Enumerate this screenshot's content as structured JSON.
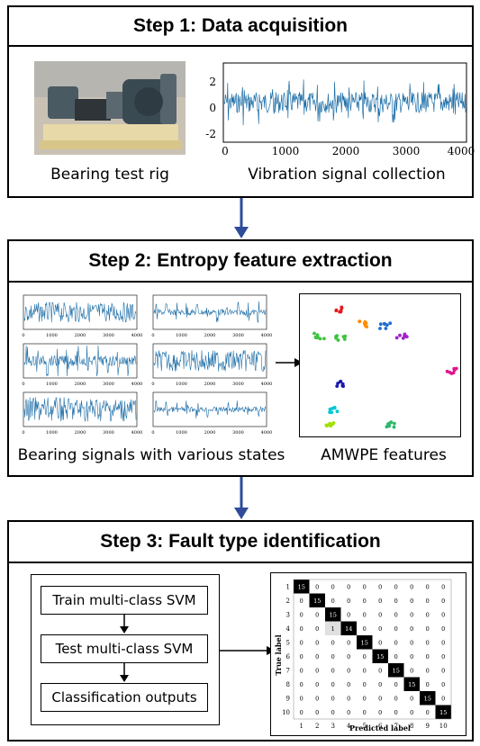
{
  "step1": {
    "title": "Step 1: Data acquisition",
    "caption_left": "Bearing test rig",
    "caption_right": "Vibration signal collection",
    "plot": {
      "yticks": [
        "2",
        "0",
        "-2"
      ],
      "xticks": [
        "0",
        "1000",
        "2000",
        "3000",
        "4000"
      ]
    }
  },
  "step2": {
    "title": "Step 2: Entropy feature extraction",
    "caption_left": "Bearing signals with various states",
    "caption_right": "AMWPE features",
    "small_xticks": [
      "0",
      "1000",
      "2000",
      "3000",
      "4000"
    ]
  },
  "step3": {
    "title": "Step 3: Fault type identification",
    "flow": [
      "Train multi-class SVM",
      "Test multi-class SVM",
      "Classification outputs"
    ],
    "confusion": {
      "xlabel": "Predicted label",
      "ylabel": "True label",
      "labels": [
        "1",
        "2",
        "3",
        "4",
        "5",
        "6",
        "7",
        "8",
        "9",
        "10"
      ],
      "matrix": [
        [
          15,
          0,
          0,
          0,
          0,
          0,
          0,
          0,
          0,
          0
        ],
        [
          0,
          15,
          0,
          0,
          0,
          0,
          0,
          0,
          0,
          0
        ],
        [
          0,
          0,
          15,
          0,
          0,
          0,
          0,
          0,
          0,
          0
        ],
        [
          0,
          0,
          1,
          14,
          0,
          0,
          0,
          0,
          0,
          0
        ],
        [
          0,
          0,
          0,
          0,
          15,
          0,
          0,
          0,
          0,
          0
        ],
        [
          0,
          0,
          0,
          0,
          0,
          15,
          0,
          0,
          0,
          0
        ],
        [
          0,
          0,
          0,
          0,
          0,
          0,
          15,
          0,
          0,
          0
        ],
        [
          0,
          0,
          0,
          0,
          0,
          0,
          0,
          15,
          0,
          0
        ],
        [
          0,
          0,
          0,
          0,
          0,
          0,
          0,
          0,
          15,
          0
        ],
        [
          0,
          0,
          0,
          0,
          0,
          0,
          0,
          0,
          0,
          15
        ]
      ]
    }
  },
  "colors": {
    "signal": "#1f6fa8",
    "arrow": "#2e4c9a"
  }
}
